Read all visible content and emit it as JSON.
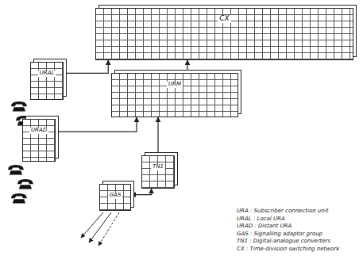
{
  "diagram": {
    "nodes": [
      {
        "text": [
          "CX"
        ]
      },
      {
        "text": [
          "URAL"
        ]
      },
      {
        "text": [
          "URM"
        ]
      },
      {
        "text": [
          "URAD"
        ]
      },
      {
        "text": [
          "TN1"
        ]
      },
      {
        "text": [
          "GAS"
        ]
      }
    ],
    "edges": [
      {
        "from": 1,
        "to": 0,
        "arrow": "to"
      },
      {
        "from": 2,
        "to": 0,
        "arrow": "to"
      },
      {
        "from": 3,
        "to": 2,
        "arrow": "to"
      },
      {
        "from": 4,
        "to": 2,
        "arrow": "to"
      },
      {
        "from": 5,
        "to": 4,
        "arrow": "both"
      }
    ],
    "legend": [
      {
        "text": "URA : Subscriber connection unit"
      },
      {
        "text": "URAL : Local URA"
      },
      {
        "text": "URAD : Distant URA"
      },
      {
        "text": "GAS : Signalling adaptor group"
      },
      {
        "text": "TN1 : Digital-analogue converters"
      },
      {
        "text": "CX : Time-division switching network"
      }
    ]
  }
}
